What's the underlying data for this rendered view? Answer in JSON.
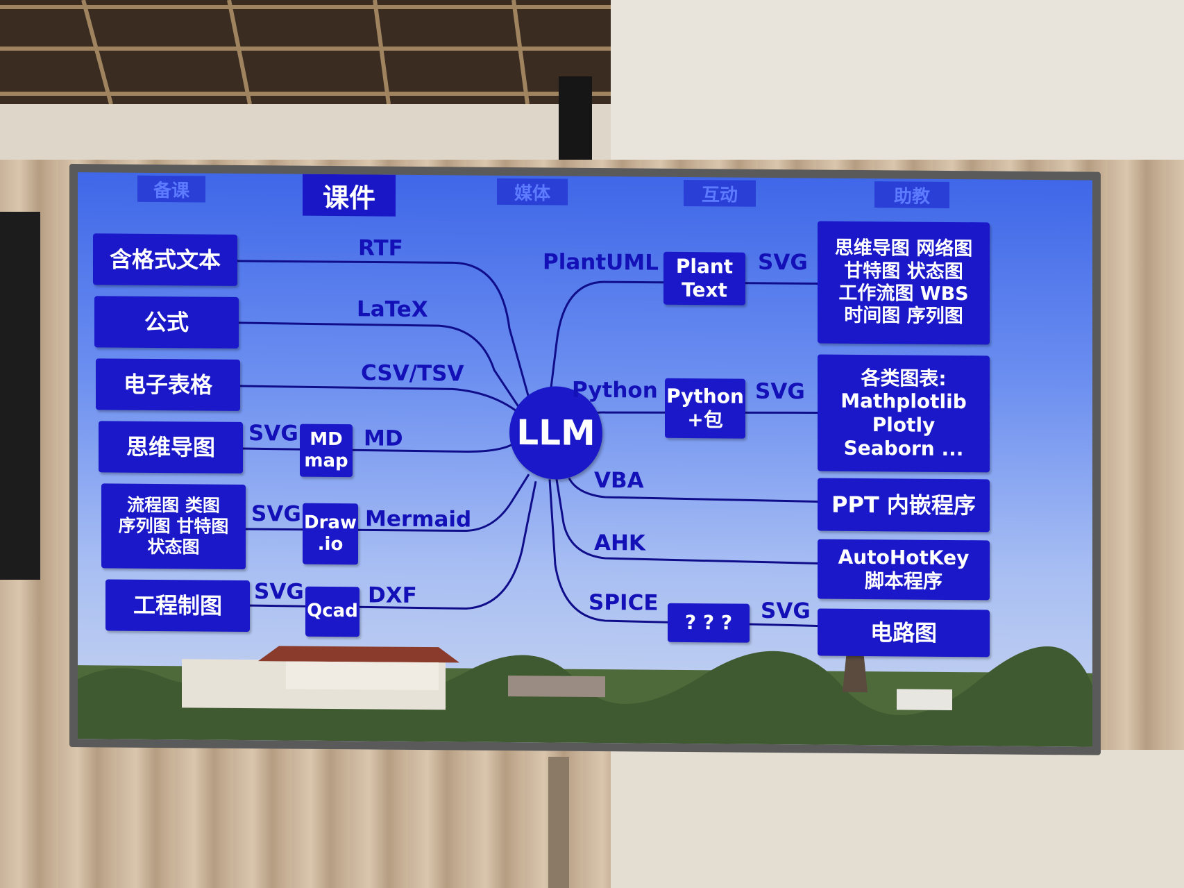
{
  "tabs": [
    "备课",
    "课件",
    "媒体",
    "互动",
    "助教"
  ],
  "active_tab": "课件",
  "hub": "LLM",
  "left_outputs": [
    {
      "lines": [
        "含格式文本"
      ],
      "edge": "RTF"
    },
    {
      "lines": [
        "公式"
      ],
      "edge": "LaTeX"
    },
    {
      "lines": [
        "电子表格"
      ],
      "edge": "CSV/TSV"
    },
    {
      "lines": [
        "思维导图"
      ],
      "edge": "MD",
      "tool": [
        "MD",
        "map"
      ],
      "format": "SVG"
    },
    {
      "lines": [
        "流程图 类图",
        "序列图 甘特图",
        "状态图"
      ],
      "edge": "Mermaid",
      "tool": [
        "Draw",
        ".io"
      ],
      "format": "SVG"
    },
    {
      "lines": [
        "工程制图"
      ],
      "edge": "DXF",
      "tool": [
        "Qcad"
      ],
      "format": "SVG"
    }
  ],
  "right_outputs": [
    {
      "edge": "PlantUML",
      "tool": [
        "Plant",
        "Text"
      ],
      "format": "SVG",
      "lines": [
        "思维导图  网络图",
        "甘特图  状态图",
        "工作流图  WBS",
        "时间图  序列图"
      ]
    },
    {
      "edge": "Python",
      "tool": [
        "Python",
        "+包"
      ],
      "format": "SVG",
      "lines": [
        "各类图表:",
        "Mathplotlib",
        "Plotly",
        "Seaborn ..."
      ]
    },
    {
      "edge": "VBA",
      "lines": [
        "PPT 内嵌程序"
      ]
    },
    {
      "edge": "AHK",
      "lines": [
        "AutoHotKey",
        "脚本程序"
      ]
    },
    {
      "edge": "SPICE",
      "tool": [
        "? ? ?"
      ],
      "format": "SVG",
      "lines": [
        "电路图"
      ]
    }
  ],
  "colors": {
    "box": "#1a18c8",
    "label": "#1410b8",
    "line": "#0f0d8a",
    "screen_top": "#3f67e8"
  }
}
